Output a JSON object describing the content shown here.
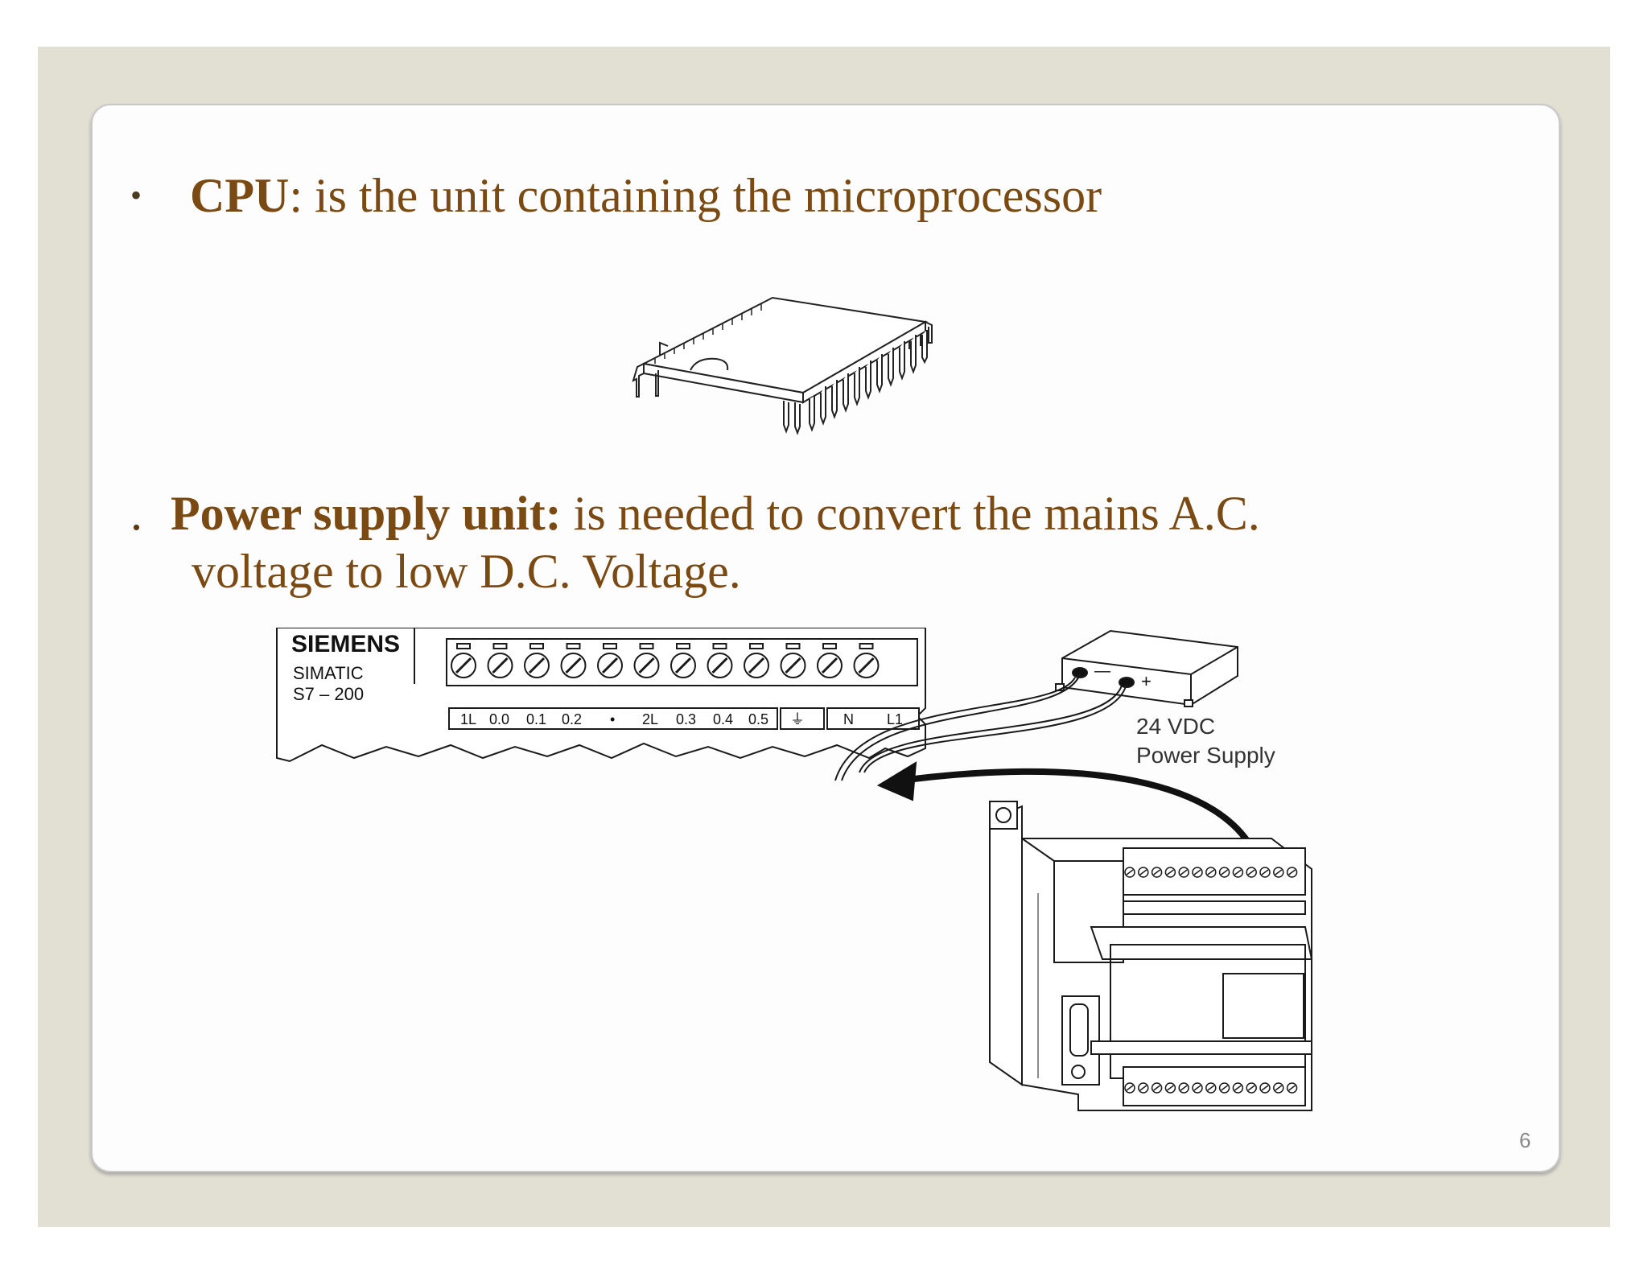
{
  "bullets": {
    "cpu": {
      "marker": "•",
      "term": "CPU",
      "text": ": is the unit containing the microprocessor"
    },
    "power": {
      "marker": ".",
      "term": "Power supply unit:",
      "text_line1": " is needed to convert the mains A.C.",
      "text_line2": "voltage to low D.C. Voltage."
    }
  },
  "diagram": {
    "brand": "SIEMENS",
    "product_line": "SIMATIC",
    "model": "S7 – 200",
    "terminal_labels": [
      "1L",
      "0.0",
      "0.1",
      "0.2",
      "•",
      "2L",
      "0.3",
      "0.4",
      "0.5",
      "⏚",
      "N",
      "L1"
    ],
    "supply_label_line1": "24 VDC",
    "supply_label_line2": "Power Supply",
    "polarity_minus": "—",
    "polarity_plus": "+"
  },
  "page_number": "6"
}
